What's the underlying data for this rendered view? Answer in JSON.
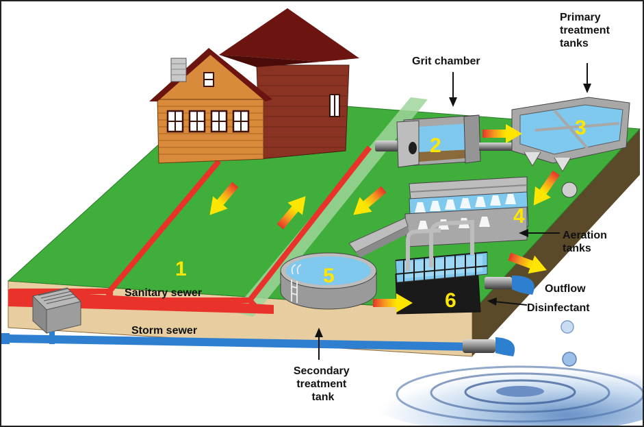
{
  "labels": {
    "grit_chamber": "Grit chamber",
    "primary_line1": "Primary",
    "primary_line2": "treatment",
    "primary_line3": "tanks",
    "aeration_line1": "Aeration",
    "aeration_line2": "tanks",
    "outflow": "Outflow",
    "disinfectant": "Disinfectant",
    "sanitary_sewer": "Sanitary sewer",
    "storm_sewer": "Storm sewer",
    "secondary_line1": "Secondary",
    "secondary_line2": "treatment",
    "secondary_line3": "tank"
  },
  "steps": [
    "1",
    "2",
    "3",
    "4",
    "5",
    "6"
  ],
  "colors": {
    "grass": "#3fae3a",
    "sanitary_pipe": "#e8322a",
    "storm_pipe": "#2f7fd0",
    "soil": "#e7cda0",
    "house_front": "#d98a3a",
    "house_side": "#8a3322",
    "roof": "#6b1410",
    "water": "#7fc8ee",
    "step_number": "#ffe600"
  }
}
